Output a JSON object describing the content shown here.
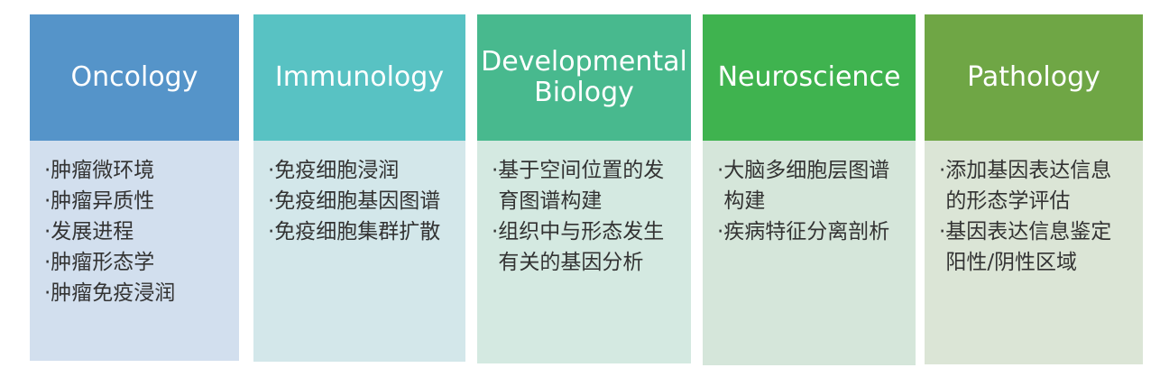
{
  "columns": [
    {
      "title": "Oncology",
      "header_color": "#5594c9",
      "body_color": "#d2dfee",
      "items": [
        "·肿瘤微环境",
        "·肿瘤异质性",
        "·发展进程",
        "·肿瘤形态学",
        "·肿瘤免疫浸润"
      ]
    },
    {
      "title": "Immunology",
      "header_color": "#58c2c3",
      "body_color": "#d3e7ea",
      "items": [
        "·免疫细胞浸润",
        "·免疫细胞基因图谱",
        "·免疫细胞集群扩散"
      ]
    },
    {
      "title": "Developmental Biology",
      "header_color": "#48b98e",
      "body_color": "#d4e9e1",
      "items": [
        "·基于空间位置的发\n 育图谱构建",
        "·组织中与形态发生\n 有关的基因分析"
      ]
    },
    {
      "title": "Neuroscience",
      "header_color": "#3fb34f",
      "body_color": "#d5e6da",
      "items": [
        "·大脑多细胞层图谱\n 构建",
        "·疾病特征分离剖析"
      ]
    },
    {
      "title": "Pathology",
      "header_color": "#6fa645",
      "body_color": "#dbe5d6",
      "items": [
        "·添加基因表达信息\n 的形态学评估",
        "·基因表达信息鉴定\n 阳性/阴性区域"
      ]
    }
  ]
}
